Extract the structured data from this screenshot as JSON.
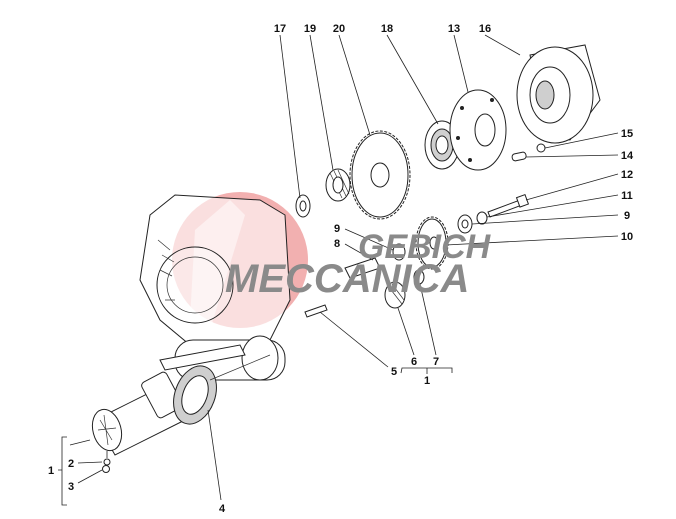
{
  "diagram": {
    "watermark": {
      "line1": "GEBICH",
      "line2": "MECCANICA",
      "logo_color": "#e05050"
    },
    "callouts": [
      {
        "id": "c17",
        "label": "17"
      },
      {
        "id": "c19",
        "label": "19"
      },
      {
        "id": "c20",
        "label": "20"
      },
      {
        "id": "c18",
        "label": "18"
      },
      {
        "id": "c13",
        "label": "13"
      },
      {
        "id": "c16",
        "label": "16"
      },
      {
        "id": "c15",
        "label": "15"
      },
      {
        "id": "c14",
        "label": "14"
      },
      {
        "id": "c12",
        "label": "12"
      },
      {
        "id": "c11",
        "label": "11"
      },
      {
        "id": "c9r",
        "label": "9"
      },
      {
        "id": "c10",
        "label": "10"
      },
      {
        "id": "c9m",
        "label": "9"
      },
      {
        "id": "c8",
        "label": "8"
      },
      {
        "id": "c5",
        "label": "5"
      },
      {
        "id": "c6",
        "label": "6"
      },
      {
        "id": "c7",
        "label": "7"
      },
      {
        "id": "c1g",
        "label": "1"
      },
      {
        "id": "c1",
        "label": "1"
      },
      {
        "id": "c2",
        "label": "2"
      },
      {
        "id": "c3",
        "label": "3"
      },
      {
        "id": "c4",
        "label": "4"
      }
    ]
  }
}
